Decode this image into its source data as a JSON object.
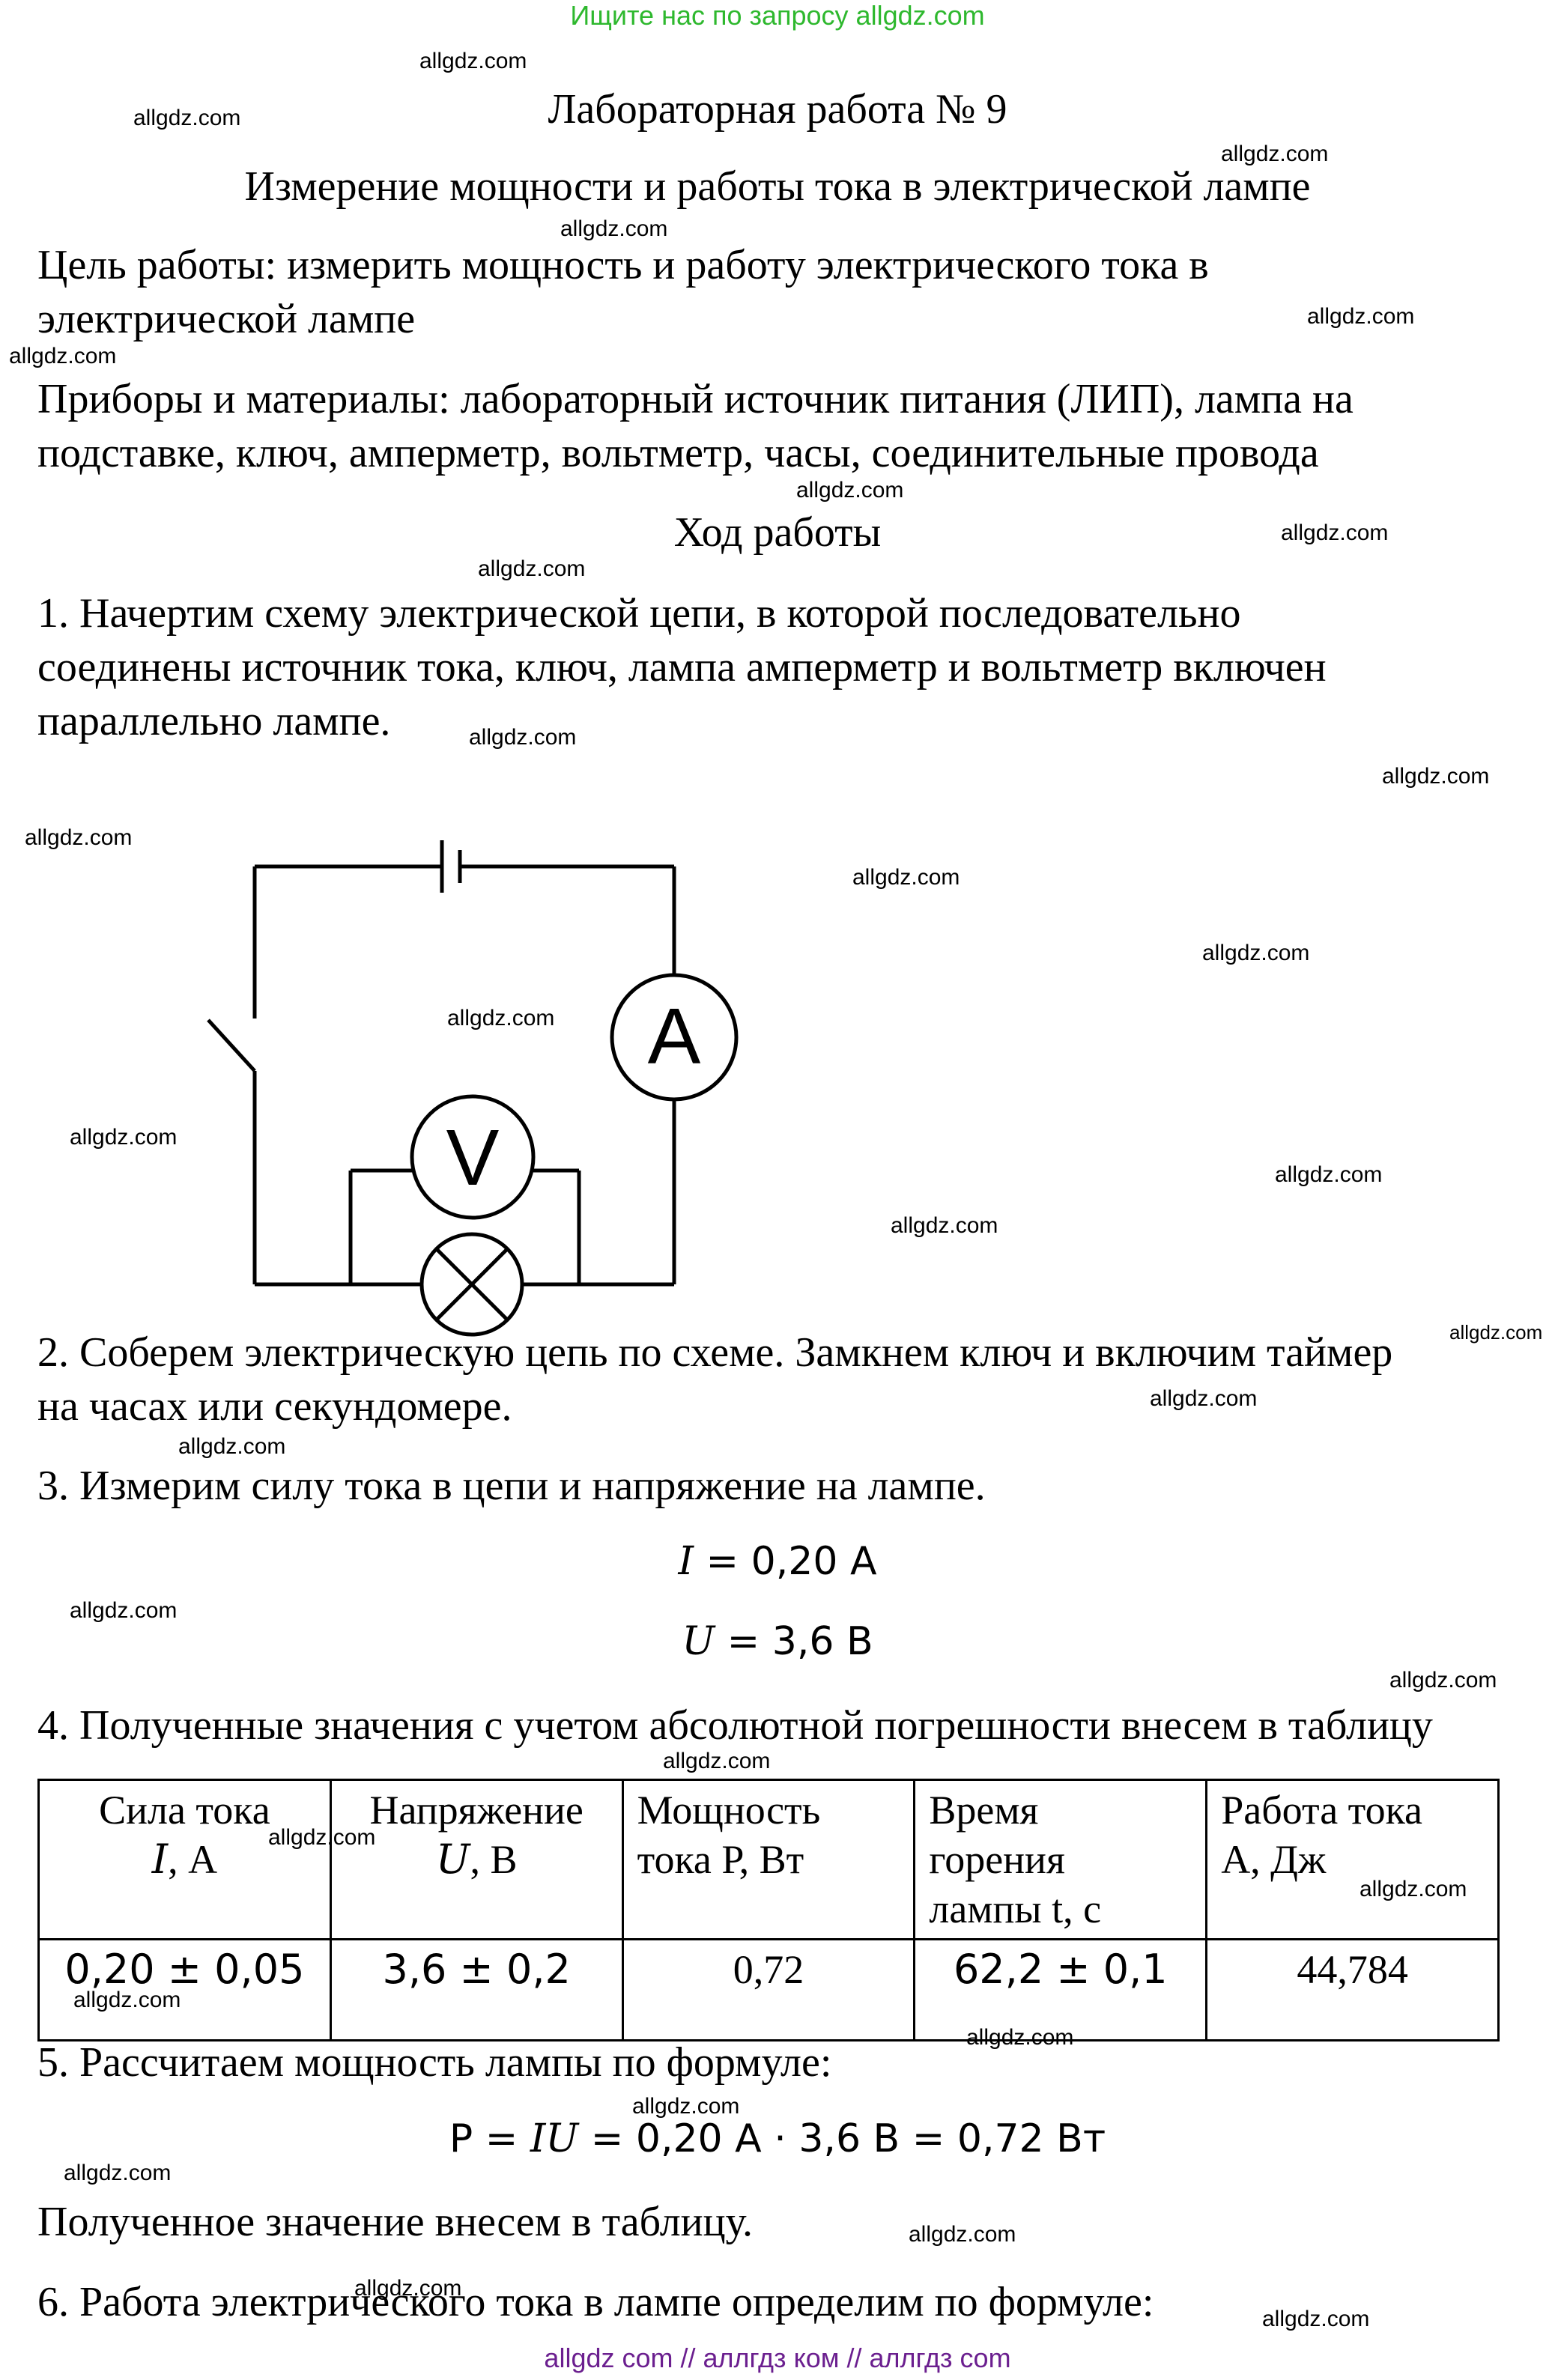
{
  "top_banner": "Ищите нас по запросу allgdz.com",
  "title": "Лабораторная работа № 9",
  "subtitle": "Измерение мощности и работы тока в электрической лампе",
  "goal": [
    "Цель работы: измерить мощность и работу электрического тока в",
    "электрической лампе"
  ],
  "materials": [
    "Приборы и материалы: лабораторный источник питания (ЛИП), лампа на",
    "подставке, ключ, амперметр, вольтметр, часы, соединительные провода"
  ],
  "progress_heading": "Ход работы",
  "step1": [
    "1. Начертим схему электрической цепи, в которой последовательно",
    "соединены источник тока, ключ, лампа амперметр и вольтметр включен",
    "параллельно лампе."
  ],
  "circuit": {
    "ammeter_label": "A",
    "voltmeter_label": "V"
  },
  "step2": [
    "2. Соберем электрическую цепь по схеме. Замкнем ключ и включим таймер",
    "на часах или секундомере."
  ],
  "step3": "3. Измерим силу тока в цепи и напряжение на лампе.",
  "measure_I": {
    "symbol": "I",
    "rest": " = 0,20 A"
  },
  "measure_U": {
    "symbol": "U",
    "rest": " = 3,6 В"
  },
  "step4": "4. Полученные значения с учетом абсолютной погрешности внесем в таблицу",
  "table": {
    "headers": [
      {
        "line1": "Сила тока",
        "sym": "I",
        "unit": ", А"
      },
      {
        "line1": "Напряжение",
        "sym": "U",
        "unit": ", В"
      },
      {
        "line1": "Мощность",
        "line2": "тока Р, Вт"
      },
      {
        "line1": "Время",
        "line2": "горения",
        "line3": "лампы t, с"
      },
      {
        "line1": "Работа тока",
        "line2": "А, Дж"
      }
    ],
    "values": [
      "0,20 ± 0,05",
      "3,6 ± 0,2",
      "0,72",
      "62,2 ± 0,1",
      "44,784"
    ]
  },
  "step5": "5. Рассчитаем мощность лампы по формуле:",
  "power_formula": {
    "lead": "P = ",
    "sym": "IU",
    "rest": " = 0,20 A · 3,6 В = 0,72 Вт"
  },
  "step5_note": "Полученное значение внесем в таблицу.",
  "step6": "6. Работа электрического тока в лампе определим по формуле:",
  "watermark": "allgdz.com",
  "footer": "allgdz com  //  аллгдз ком  //  аллгдз com",
  "colors": {
    "banner": "#2eb82e",
    "footer": "#6b1f8f"
  }
}
